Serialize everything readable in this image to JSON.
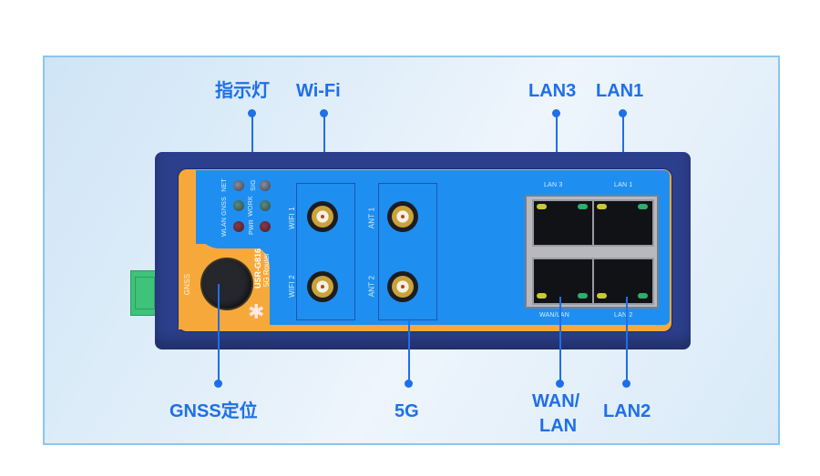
{
  "device": {
    "model": "USR-G816",
    "subtitle": "5G Router",
    "led_labels": [
      "NET",
      "SIG",
      "GNSS",
      "WORK",
      "WLAN",
      "PWR"
    ],
    "port_labels": {
      "gnss": "GNSS",
      "wifi1": "WIFI 1",
      "wifi2": "WIFI 2",
      "ant1": "ANT 1",
      "ant2": "ANT 2",
      "lan3": "LAN 3",
      "lan1": "LAN 1",
      "wan_lan": "WAN/LAN",
      "lan2": "LAN 2"
    }
  },
  "callouts": {
    "top": [
      {
        "id": "indicator",
        "text": "指示灯"
      },
      {
        "id": "wifi",
        "text": "Wi-Fi"
      },
      {
        "id": "lan3",
        "text": "LAN3"
      },
      {
        "id": "lan1",
        "text": "LAN1"
      }
    ],
    "bottom": [
      {
        "id": "gnss",
        "text": "GNSS定位"
      },
      {
        "id": "5g",
        "text": "5G"
      },
      {
        "id": "wan_lan_1",
        "text": "WAN/"
      },
      {
        "id": "wan_lan_2",
        "text": "LAN"
      },
      {
        "id": "lan2",
        "text": "LAN2"
      }
    ]
  },
  "colors": {
    "accent": "#1f6fe8",
    "device_body": "#2c3f8c",
    "panel_orange": "#f7a83b",
    "panel_blue": "#1e8ff0",
    "frame_border": "#8cc6ef"
  }
}
